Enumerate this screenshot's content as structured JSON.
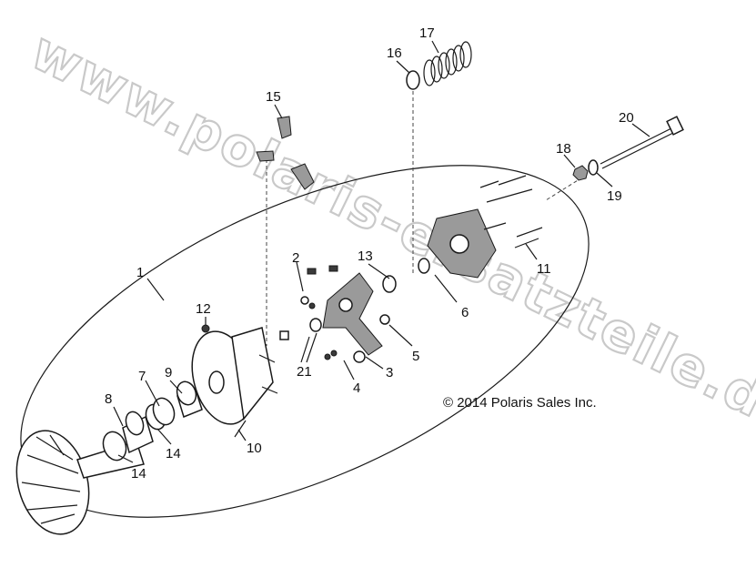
{
  "watermark": "www.polaris-ersatzteile.de",
  "copyright": "© 2014 Polaris Sales Inc.",
  "callouts": [
    {
      "id": "c1",
      "text": "1"
    },
    {
      "id": "c2",
      "text": "2"
    },
    {
      "id": "c3",
      "text": "3"
    },
    {
      "id": "c4",
      "text": "4"
    },
    {
      "id": "c5",
      "text": "5"
    },
    {
      "id": "c6",
      "text": "6"
    },
    {
      "id": "c7",
      "text": "7"
    },
    {
      "id": "c8",
      "text": "8"
    },
    {
      "id": "c9",
      "text": "9"
    },
    {
      "id": "c10",
      "text": "10"
    },
    {
      "id": "c11",
      "text": "11"
    },
    {
      "id": "c12",
      "text": "12"
    },
    {
      "id": "c13",
      "text": "13"
    },
    {
      "id": "c14a",
      "text": "14"
    },
    {
      "id": "c14b",
      "text": "14"
    },
    {
      "id": "c15",
      "text": "15"
    },
    {
      "id": "c16",
      "text": "16"
    },
    {
      "id": "c17",
      "text": "17"
    },
    {
      "id": "c18",
      "text": "18"
    },
    {
      "id": "c19",
      "text": "19"
    },
    {
      "id": "c20",
      "text": "20"
    },
    {
      "id": "c21",
      "text": "21"
    }
  ]
}
